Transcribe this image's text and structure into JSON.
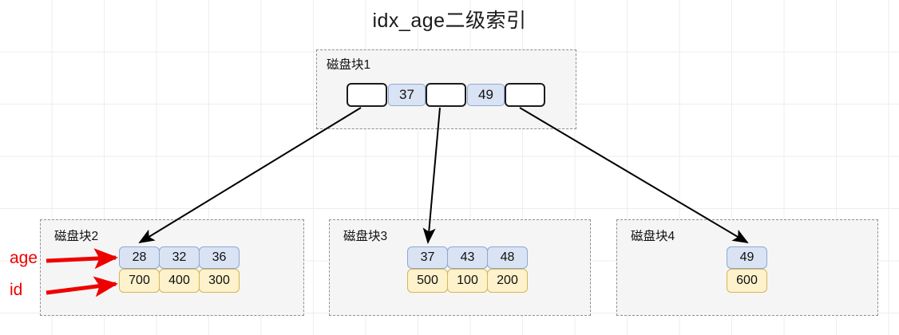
{
  "title": "idx_age二级索引",
  "root": {
    "label": "磁盘块1",
    "pointers": [
      "",
      "",
      ""
    ],
    "keys": [
      "37",
      "49"
    ]
  },
  "leaves": [
    {
      "label": "磁盘块2",
      "ages": [
        "28",
        "32",
        "36"
      ],
      "ids": [
        "700",
        "400",
        "300"
      ]
    },
    {
      "label": "磁盘块3",
      "ages": [
        "37",
        "43",
        "48"
      ],
      "ids": [
        "500",
        "100",
        "200"
      ]
    },
    {
      "label": "磁盘块4",
      "ages": [
        "49"
      ],
      "ids": [
        "600"
      ]
    }
  ],
  "annotations": {
    "age_label": "age",
    "id_label": "id"
  },
  "colors": {
    "key_fill": "#dae3f3",
    "key_border": "#8ea9d4",
    "id_fill": "#fdf2cc",
    "id_border": "#d6b656",
    "block_fill": "#f5f5f5",
    "block_border": "#8f8f8f",
    "annotation": "#ee0000",
    "arrow": "#000000"
  }
}
